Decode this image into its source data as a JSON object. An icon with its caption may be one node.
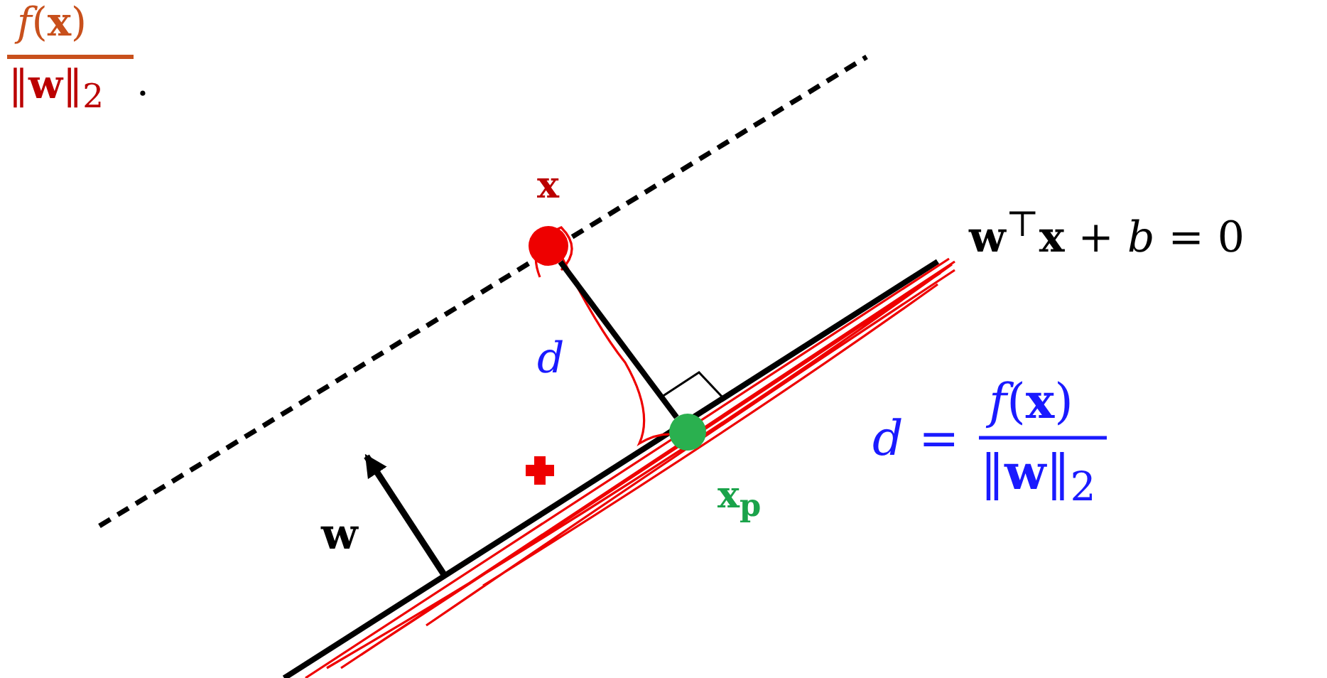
{
  "diagram": {
    "nodes": [
      {
        "text": [
          "**x**"
        ]
      },
      {
        "text": [
          "x$_{p}$"
        ]
      }
    ],
    "edges": [
      {
        "from": 0,
        "to": 1,
        "arrow": "none",
        "label": "*d*"
      }
    ],
    "labels": [
      "*f*(**x**)",
      "‖**w**‖$_{2}$",
      ".",
      "**w**$^{⊤}$**x** + *b* = 0",
      "**w**",
      "*d* =",
      "*f*(**x**)",
      "‖**w**‖$_{2}$"
    ]
  }
}
